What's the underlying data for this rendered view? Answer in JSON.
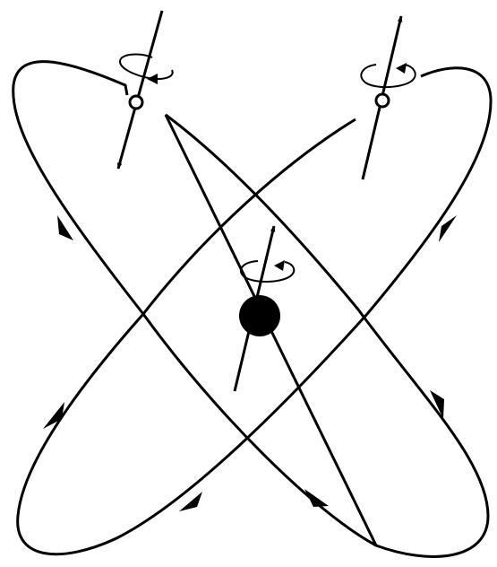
{
  "diagram": {
    "subject": "atom-orbit-spin-diagram",
    "orbits": [
      {
        "id": "orbit-a",
        "direction": "clockwise"
      },
      {
        "id": "orbit-b",
        "direction": "counterclockwise"
      }
    ],
    "nucleus": {
      "fill": "#000000",
      "spin_direction": "up"
    },
    "electrons": [
      {
        "id": "electron-left",
        "fill": "#ffffff",
        "spin_direction": "down"
      },
      {
        "id": "electron-right",
        "fill": "#ffffff",
        "spin_direction": "up"
      }
    ],
    "colors": {
      "line": "#000000",
      "background": "#ffffff"
    }
  }
}
